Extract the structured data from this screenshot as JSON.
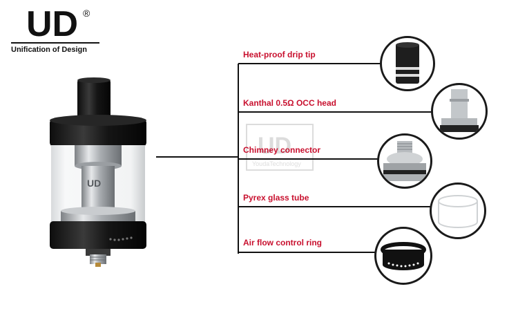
{
  "brand": {
    "mark": "UD",
    "registered": "®",
    "tagline": "Unification of Design"
  },
  "product_marking": "UD",
  "components": [
    {
      "label": "Heat-proof drip tip",
      "icon": "drip-tip-icon"
    },
    {
      "label": "Kanthal 0.5Ω OCC head",
      "icon": "coil-head-icon"
    },
    {
      "label": "Chimney connector",
      "icon": "chimney-connector-icon"
    },
    {
      "label": "Pyrex glass tube",
      "icon": "glass-tube-icon"
    },
    {
      "label": "Air flow control ring",
      "icon": "airflow-ring-icon"
    }
  ],
  "watermark": {
    "mark": "UD",
    "text": "YoudaTechnology"
  },
  "colors": {
    "label": "#c8102e",
    "line": "#111111",
    "metal": "#b8bcbf",
    "black": "#1a1a1a"
  }
}
